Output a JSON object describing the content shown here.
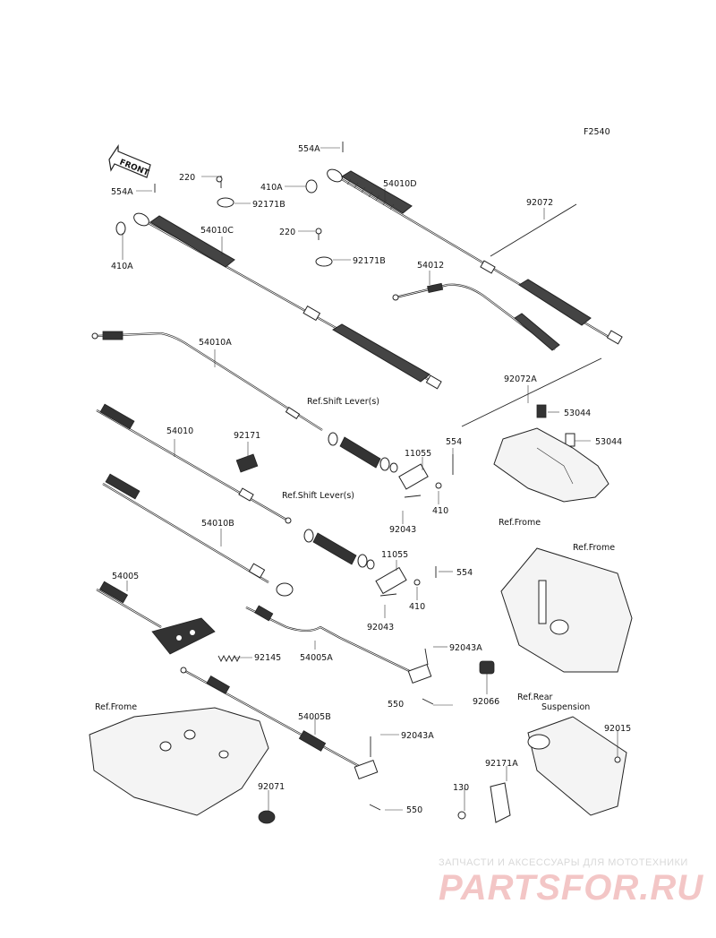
{
  "figure_code": "F2540",
  "front_label": "FRONT",
  "callouts": {
    "c554A_top": "554A",
    "c554A_left": "554A",
    "c220_a": "220",
    "c92171B_a": "92171B",
    "c410A_a": "410A",
    "c54010D": "54010D",
    "c92072": "92072",
    "c410A_b": "410A",
    "c54010C": "54010C",
    "c220_b": "220",
    "c92171B_b": "92171B",
    "c54012": "54012",
    "c54010A": "54010A",
    "c92072A": "92072A",
    "ref_shift_1": "Ref.Shift Lever(s)",
    "c53044_a": "53044",
    "c53044_b": "53044",
    "c54010": "54010",
    "c92171": "92171",
    "c11055_a": "11055",
    "c554": "554",
    "c410_a": "410",
    "c92043_a": "92043",
    "ref_frome_1": "Ref.Frome",
    "ref_shift_2": "Ref.Shift Lever(s)",
    "c54010B": "54010B",
    "ref_frome_2": "Ref.Frome",
    "c11055_b": "11055",
    "c554_b": "554",
    "c54005": "54005",
    "c410_b": "410",
    "c92043_b": "92043",
    "c92145": "92145",
    "c54005A": "54005A",
    "c92043A_a": "92043A",
    "c92066": "92066",
    "c550_a": "550",
    "ref_frome_3": "Ref.Frome",
    "ref_rear_1": "Ref.Rear",
    "ref_rear_2": "Suspension",
    "c54005B": "54005B",
    "c92043A_b": "92043A",
    "c92015": "92015",
    "c92171A": "92171A",
    "c92071": "92071",
    "c130": "130",
    "c550_b": "550"
  },
  "watermark": {
    "tagline": "ЗАПЧАСТИ И АКСЕССУАРЫ ДЛЯ МОТОТЕХНИКИ",
    "brand": "PARTSFOR.RU"
  }
}
